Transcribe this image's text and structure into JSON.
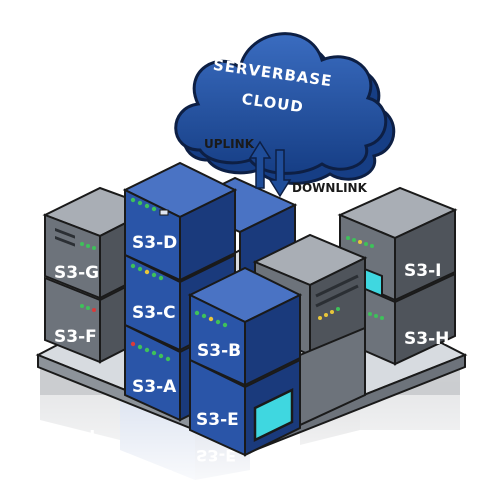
{
  "cloud": {
    "line1": "SERVERBASE",
    "line2": "CLOUD",
    "color": "#1f4d99"
  },
  "links": {
    "uplink": "UPLINK",
    "downlink": "DOWNLINK"
  },
  "servers": {
    "s3a": "S3-A",
    "s3b": "S3-B",
    "s3c": "S3-C",
    "s3d": "S3-D",
    "s3e": "S3-E",
    "s3f": "S3-F",
    "s3g": "S3-G",
    "s3h": "S3-H",
    "s3i": "S3-I"
  },
  "colors": {
    "blue_top": "#4a73c4",
    "blue_front": "#2a55a8",
    "blue_side": "#1a3a7c",
    "gray_top": "#a9aeb5",
    "gray_front": "#6d737b",
    "gray_side": "#4f545b",
    "led_green": "#3ec15a",
    "led_yellow": "#e8c63a",
    "led_red": "#d93b3b",
    "screen": "#3fd7e0"
  }
}
